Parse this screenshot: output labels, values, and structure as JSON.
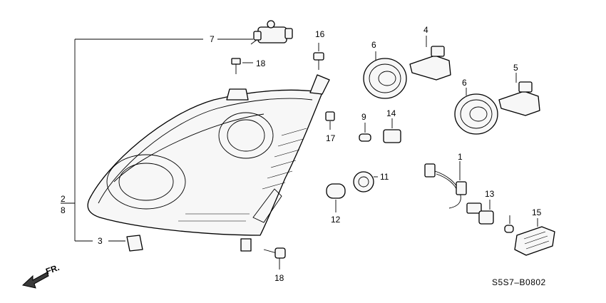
{
  "callouts": {
    "c1": "1",
    "c2": "2",
    "c3": "3",
    "c4": "4",
    "c5": "5",
    "c6a": "6",
    "c6b": "6",
    "c7": "7",
    "c8": "8",
    "c9": "9",
    "c11": "11",
    "c12": "12",
    "c13": "13",
    "c14": "14",
    "c15": "15",
    "c16": "16",
    "c17": "17",
    "c18a": "18",
    "c18b": "18"
  },
  "direction_label": "FR.",
  "diagram_code": "S5S7–B0802",
  "colors": {
    "line": "#000000",
    "background": "#ffffff"
  }
}
